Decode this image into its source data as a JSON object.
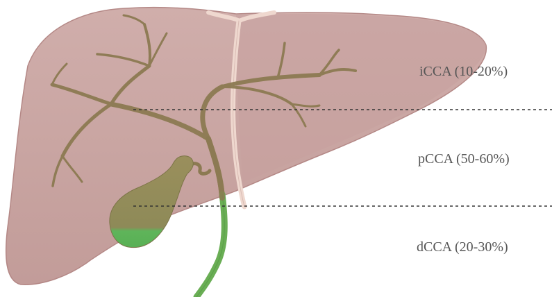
{
  "labels": {
    "icca": "iCCA (10-20%)",
    "pcca": "pCCA (50-60%)",
    "dcca": "dCCA (20-30%)"
  },
  "colors": {
    "liver_fill": "#c9a4a2",
    "liver_edge": "#b48886",
    "ligament": "#efd8cf",
    "bile_duct": "#8c7a52",
    "gallbladder_upper": "#978e5a",
    "gallbladder_lower": "#5fb35a",
    "common_duct": "#6aae55",
    "divider_line": "#333333",
    "label_text": "#555555"
  },
  "icons": [
    "liver-illustration",
    "gallbladder-illustration",
    "bile-duct-tree"
  ]
}
